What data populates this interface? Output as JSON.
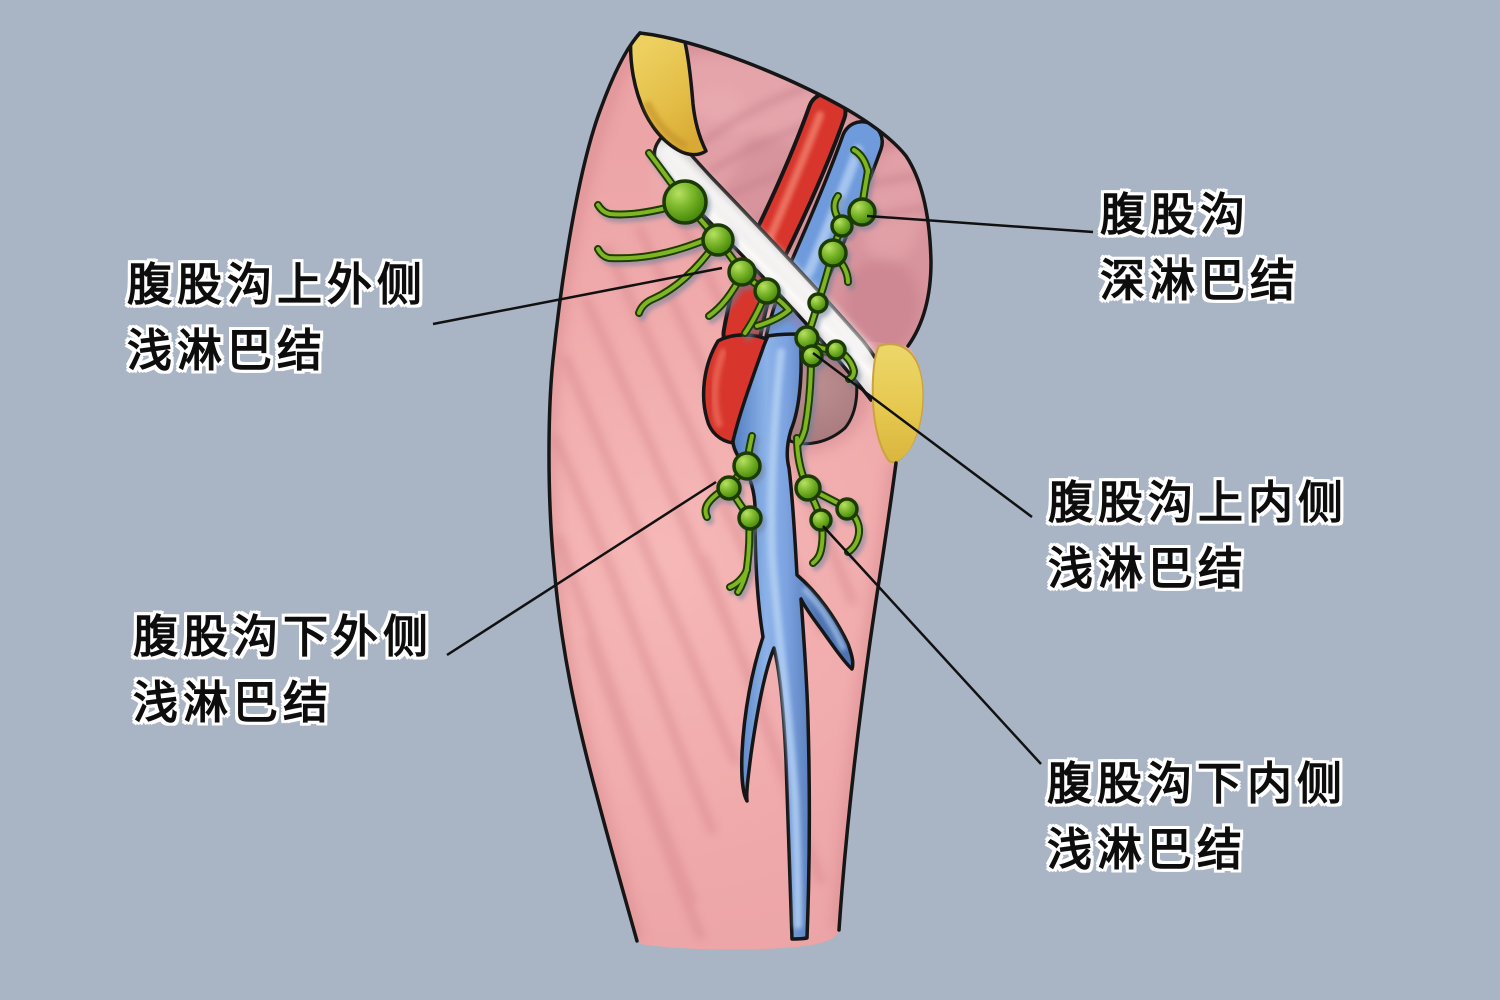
{
  "figure_type": "medical-anatomy-diagram",
  "subject": "腹股沟淋巴结",
  "labels": {
    "superolateral": {
      "line1": "腹股沟上外侧",
      "line2": "浅淋巴结"
    },
    "deep": {
      "line1": "腹股沟",
      "line2": "深淋巴结"
    },
    "superomedial": {
      "line1": "腹股沟上内侧",
      "line2": "浅淋巴结"
    },
    "inferolateral": {
      "line1": "腹股沟下外侧",
      "line2": "浅淋巴结"
    },
    "inferomedial": {
      "line1": "腹股沟下内侧",
      "line2": "浅淋巴结"
    }
  },
  "colors": {
    "background": "#a9b4c5",
    "muscle_pink": "#f0aaab",
    "deep_muscle_pink": "#d8949c",
    "bone_yellow": "#e6c24d",
    "ligament_white": "#f7f5f3",
    "artery_red": "#d8362d",
    "vein_blue": "#6f9bdd",
    "fossa_brown": "#b28487",
    "lymph_green": "#6aa81f",
    "outline_black": "#161616",
    "label_text": "#0d0d0d",
    "label_halo": "#ffffff",
    "leader_line": "#111111"
  }
}
